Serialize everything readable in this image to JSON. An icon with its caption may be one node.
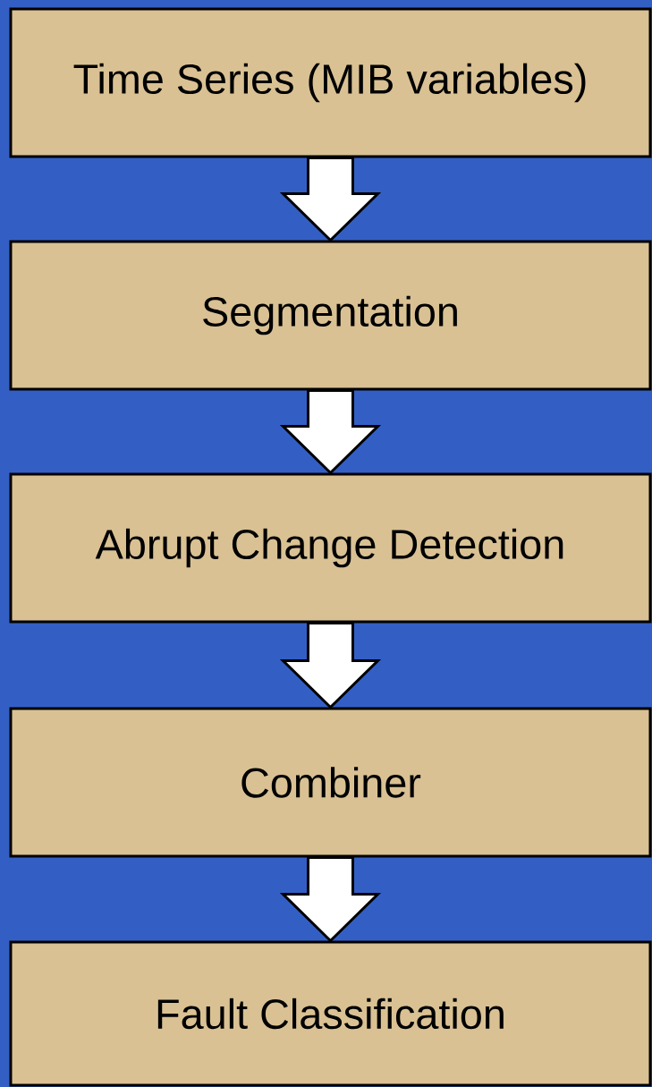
{
  "diagram": {
    "nodes": [
      {
        "text": [
          "Time Series (MIB variables)"
        ]
      },
      {
        "text": [
          "Segmentation"
        ]
      },
      {
        "text": [
          "Abrupt Change Detection"
        ]
      },
      {
        "text": [
          "Combiner"
        ]
      },
      {
        "text": [
          "Fault Classification"
        ]
      }
    ],
    "edges": [
      {
        "from": 0,
        "to": 1,
        "arrow": "to"
      },
      {
        "from": 1,
        "to": 2,
        "arrow": "to"
      },
      {
        "from": 2,
        "to": 3,
        "arrow": "to"
      },
      {
        "from": 3,
        "to": 4,
        "arrow": "to"
      }
    ]
  }
}
